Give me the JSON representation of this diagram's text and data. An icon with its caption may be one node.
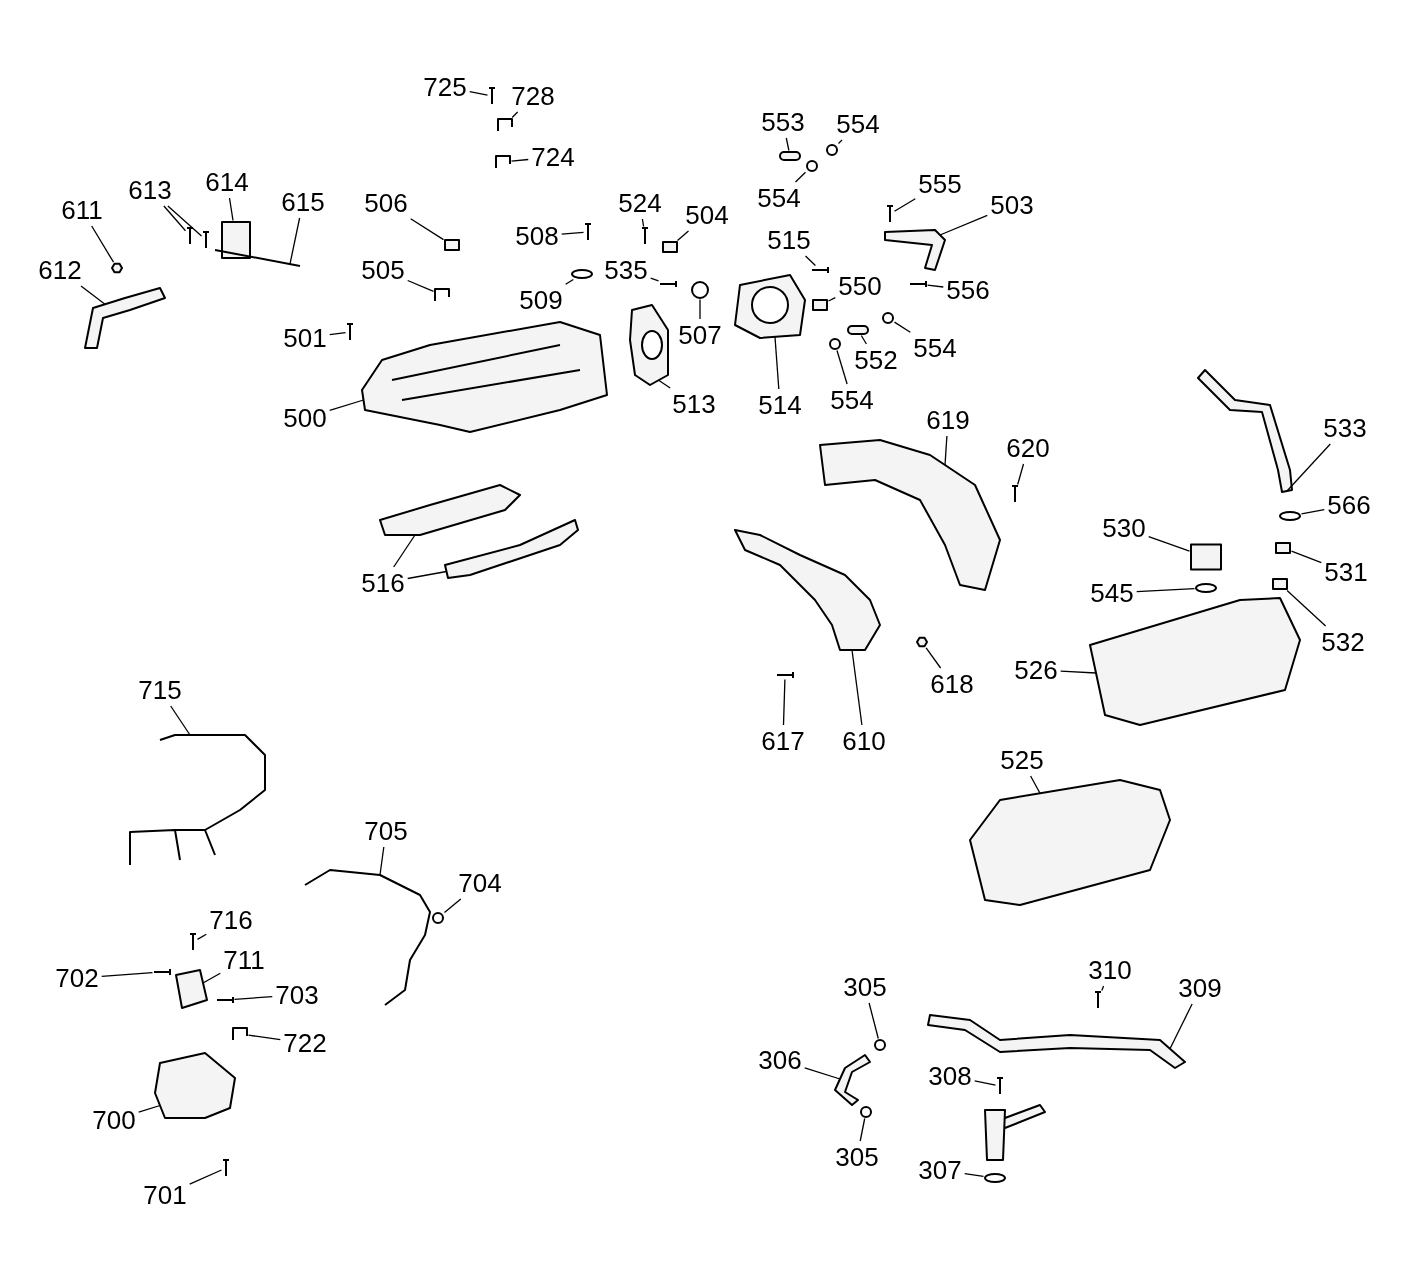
{
  "diagram": {
    "nodes": [
      {
        "text": [
          "725"
        ]
      },
      {
        "text": [
          "728"
        ]
      },
      {
        "text": [
          "553"
        ]
      },
      {
        "text": [
          "554"
        ]
      },
      {
        "text": [
          "724"
        ]
      },
      {
        "text": [
          "614"
        ]
      },
      {
        "text": [
          "613"
        ]
      },
      {
        "text": [
          "554"
        ]
      },
      {
        "text": [
          "555"
        ]
      },
      {
        "text": [
          "615"
        ]
      },
      {
        "text": [
          "506"
        ]
      },
      {
        "text": [
          "524"
        ]
      },
      {
        "text": [
          "503"
        ]
      },
      {
        "text": [
          "611"
        ]
      },
      {
        "text": [
          "504"
        ]
      },
      {
        "text": [
          "508"
        ]
      },
      {
        "text": [
          "515"
        ]
      },
      {
        "text": [
          "612"
        ]
      },
      {
        "text": [
          "505"
        ]
      },
      {
        "text": [
          "535"
        ]
      },
      {
        "text": [
          "550"
        ]
      },
      {
        "text": [
          "556"
        ]
      },
      {
        "text": [
          "509"
        ]
      },
      {
        "text": [
          "501"
        ]
      },
      {
        "text": [
          "507"
        ]
      },
      {
        "text": [
          "554"
        ]
      },
      {
        "text": [
          "552"
        ]
      },
      {
        "text": [
          "554"
        ]
      },
      {
        "text": [
          "513"
        ]
      },
      {
        "text": [
          "514"
        ]
      },
      {
        "text": [
          "500"
        ]
      },
      {
        "text": [
          "619"
        ]
      },
      {
        "text": [
          "533"
        ]
      },
      {
        "text": [
          "620"
        ]
      },
      {
        "text": [
          "566"
        ]
      },
      {
        "text": [
          "530"
        ]
      },
      {
        "text": [
          "531"
        ]
      },
      {
        "text": [
          "516"
        ]
      },
      {
        "text": [
          "545"
        ]
      },
      {
        "text": [
          "532"
        ]
      },
      {
        "text": [
          "526"
        ]
      },
      {
        "text": [
          "618"
        ]
      },
      {
        "text": [
          "715"
        ]
      },
      {
        "text": [
          "617"
        ]
      },
      {
        "text": [
          "610"
        ]
      },
      {
        "text": [
          "525"
        ]
      },
      {
        "text": [
          "705"
        ]
      },
      {
        "text": [
          "704"
        ]
      },
      {
        "text": [
          "716"
        ]
      },
      {
        "text": [
          "711"
        ]
      },
      {
        "text": [
          "310"
        ]
      },
      {
        "text": [
          "702"
        ]
      },
      {
        "text": [
          "305"
        ]
      },
      {
        "text": [
          "309"
        ]
      },
      {
        "text": [
          "703"
        ]
      },
      {
        "text": [
          "722"
        ]
      },
      {
        "text": [
          "306"
        ]
      },
      {
        "text": [
          "308"
        ]
      },
      {
        "text": [
          "700"
        ]
      },
      {
        "text": [
          "305"
        ]
      },
      {
        "text": [
          "307"
        ]
      },
      {
        "text": [
          "701"
        ]
      },
      {
        "text": [],
        "shape": "picture"
      },
      {
        "text": [],
        "shape": "picture"
      },
      {
        "text": [],
        "shape": "box"
      },
      {
        "text": [],
        "shape": "circle"
      },
      {
        "text": [],
        "shape": "picture"
      },
      {
        "text": [],
        "shape": "box"
      },
      {
        "text": [],
        "shape": "picture"
      },
      {
        "text": [],
        "shape": "picture"
      },
      {
        "text": [],
        "shape": "circle"
      },
      {
        "text": [],
        "shape": "picture"
      },
      {
        "text": [],
        "shape": "picture"
      },
      {
        "text": [],
        "shape": "box"
      },
      {
        "text": [],
        "shape": "picture"
      },
      {
        "text": [],
        "shape": "picture"
      },
      {
        "text": [],
        "shape": "hexagon"
      },
      {
        "text": [],
        "shape": "box"
      },
      {
        "text": [],
        "shape": "picture"
      },
      {
        "text": [],
        "shape": "picture"
      },
      {
        "text": [],
        "shape": "picture"
      },
      {
        "text": [],
        "shape": "picture"
      },
      {
        "text": [],
        "shape": "picture"
      },
      {
        "text": [],
        "shape": "box"
      },
      {
        "text": [],
        "shape": "picture"
      },
      {
        "text": [],
        "shape": "ellipse"
      },
      {
        "text": [],
        "shape": "picture"
      },
      {
        "text": [],
        "shape": "circle"
      },
      {
        "text": [],
        "shape": "circle"
      },
      {
        "text": [],
        "shape": "box"
      },
      {
        "text": [],
        "shape": "circle"
      },
      {
        "text": [],
        "shape": "picture"
      },
      {
        "text": [],
        "shape": "picture"
      },
      {
        "text": [],
        "shape": "picture"
      },
      {
        "text": [],
        "shape": "picture"
      },
      {
        "text": [],
        "shape": "picture"
      },
      {
        "text": [],
        "shape": "picture"
      },
      {
        "text": [],
        "shape": "ellipse"
      },
      {
        "text": [],
        "shape": "box"
      },
      {
        "text": [],
        "shape": "box"
      },
      {
        "text": [],
        "shape": "picture"
      },
      {
        "text": [],
        "shape": "picture"
      },
      {
        "text": [],
        "shape": "ellipse"
      },
      {
        "text": [],
        "shape": "box"
      },
      {
        "text": [],
        "shape": "picture"
      },
      {
        "text": [],
        "shape": "hexagon"
      },
      {
        "text": [],
        "shape": "picture"
      },
      {
        "text": [],
        "shape": "picture"
      },
      {
        "text": [],
        "shape": "picture"
      },
      {
        "text": [],
        "shape": "picture"
      },
      {
        "text": [],
        "shape": "picture"
      },
      {
        "text": [],
        "shape": "circle"
      },
      {
        "text": [],
        "shape": "picture"
      },
      {
        "text": [],
        "shape": "picture"
      },
      {
        "text": [],
        "shape": "picture"
      },
      {
        "text": [],
        "shape": "picture"
      },
      {
        "text": [],
        "shape": "circle"
      },
      {
        "text": [],
        "shape": "picture"
      },
      {
        "text": [],
        "shape": "picture"
      },
      {
        "text": [],
        "shape": "picture"
      },
      {
        "text": [],
        "shape": "picture"
      },
      {
        "text": [],
        "shape": "picture"
      },
      {
        "text": [],
        "shape": "picture"
      },
      {
        "text": [],
        "shape": "circle"
      },
      {
        "text": [],
        "shape": "ellipse"
      },
      {
        "text": [],
        "shape": "picture"
      }
    ],
    "edges": [
      {
        "from": 0,
        "to": 62,
        "arrow": "none"
      },
      {
        "from": 1,
        "to": 63,
        "arrow": "none"
      },
      {
        "from": 2,
        "to": 64,
        "arrow": "none"
      },
      {
        "from": 3,
        "to": 65,
        "arrow": "none"
      },
      {
        "from": 4,
        "to": 66,
        "arrow": "none"
      },
      {
        "from": 5,
        "to": 67,
        "arrow": "none"
      },
      {
        "from": 6,
        "to": 68,
        "arrow": "none"
      },
      {
        "from": 6,
        "to": 69,
        "arrow": "none"
      },
      {
        "from": 7,
        "to": 70,
        "arrow": "none"
      },
      {
        "from": 8,
        "to": 71,
        "arrow": "none"
      },
      {
        "from": 9,
        "to": 72,
        "arrow": "none"
      },
      {
        "from": 10,
        "to": 73,
        "arrow": "none"
      },
      {
        "from": 11,
        "to": 74,
        "arrow": "none"
      },
      {
        "from": 12,
        "to": 75,
        "arrow": "none"
      },
      {
        "from": 13,
        "to": 76,
        "arrow": "none"
      },
      {
        "from": 14,
        "to": 77,
        "arrow": "none"
      },
      {
        "from": 15,
        "to": 78,
        "arrow": "none"
      },
      {
        "from": 16,
        "to": 79,
        "arrow": "none"
      },
      {
        "from": 17,
        "to": 80,
        "arrow": "none"
      },
      {
        "from": 18,
        "to": 81,
        "arrow": "none"
      },
      {
        "from": 19,
        "to": 82,
        "arrow": "none"
      },
      {
        "from": 20,
        "to": 83,
        "arrow": "none"
      },
      {
        "from": 21,
        "to": 84,
        "arrow": "none"
      },
      {
        "from": 22,
        "to": 85,
        "arrow": "none"
      },
      {
        "from": 23,
        "to": 86,
        "arrow": "none"
      },
      {
        "from": 24,
        "to": 87,
        "arrow": "none"
      },
      {
        "from": 25,
        "to": 88,
        "arrow": "none"
      },
      {
        "from": 26,
        "to": 89,
        "arrow": "none"
      },
      {
        "from": 27,
        "to": 90,
        "arrow": "none"
      },
      {
        "from": 28,
        "to": 91,
        "arrow": "none"
      },
      {
        "from": 29,
        "to": 92,
        "arrow": "none"
      },
      {
        "from": 30,
        "to": 93,
        "arrow": "none"
      },
      {
        "from": 31,
        "to": 94,
        "arrow": "none"
      },
      {
        "from": 32,
        "to": 95,
        "arrow": "none"
      },
      {
        "from": 33,
        "to": 96,
        "arrow": "none"
      },
      {
        "from": 34,
        "to": 97,
        "arrow": "none"
      },
      {
        "from": 35,
        "to": 98,
        "arrow": "none"
      },
      {
        "from": 36,
        "to": 99,
        "arrow": "none"
      },
      {
        "from": 37,
        "to": 100,
        "arrow": "none"
      },
      {
        "from": 37,
        "to": 101,
        "arrow": "none"
      },
      {
        "from": 38,
        "to": 102,
        "arrow": "none"
      },
      {
        "from": 39,
        "to": 103,
        "arrow": "none"
      },
      {
        "from": 40,
        "to": 104,
        "arrow": "none"
      },
      {
        "from": 41,
        "to": 105,
        "arrow": "none"
      },
      {
        "from": 42,
        "to": 106,
        "arrow": "none"
      },
      {
        "from": 43,
        "to": 107,
        "arrow": "none"
      },
      {
        "from": 44,
        "to": 108,
        "arrow": "none"
      },
      {
        "from": 45,
        "to": 109,
        "arrow": "none"
      },
      {
        "from": 46,
        "to": 110,
        "arrow": "none"
      },
      {
        "from": 47,
        "to": 111,
        "arrow": "none"
      },
      {
        "from": 48,
        "to": 112,
        "arrow": "none"
      },
      {
        "from": 49,
        "to": 113,
        "arrow": "none"
      },
      {
        "from": 50,
        "to": 114,
        "arrow": "none"
      },
      {
        "from": 51,
        "to": 115,
        "arrow": "none"
      },
      {
        "from": 52,
        "to": 116,
        "arrow": "none"
      },
      {
        "from": 53,
        "to": 117,
        "arrow": "none"
      },
      {
        "from": 54,
        "to": 118,
        "arrow": "none"
      },
      {
        "from": 55,
        "to": 119,
        "arrow": "none"
      },
      {
        "from": 56,
        "to": 120,
        "arrow": "none"
      },
      {
        "from": 57,
        "to": 121,
        "arrow": "none"
      },
      {
        "from": 58,
        "to": 122,
        "arrow": "none"
      },
      {
        "from": 59,
        "to": 123,
        "arrow": "none"
      },
      {
        "from": 60,
        "to": 124,
        "arrow": "none"
      },
      {
        "from": 61,
        "to": 125,
        "arrow": "none"
      }
    ]
  }
}
